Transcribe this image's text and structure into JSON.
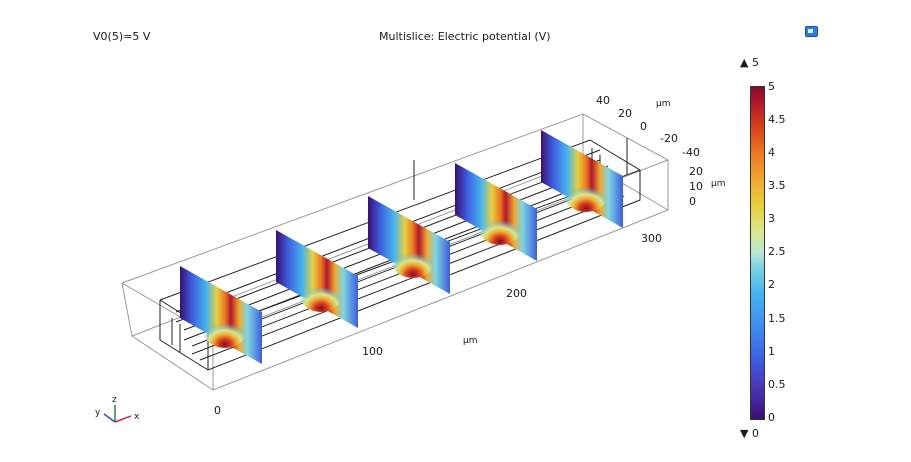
{
  "header": {
    "param_label": "V0(5)=5 V",
    "title": "Multislice: Electric potential (V)"
  },
  "axes": {
    "x_ticks": [
      "0",
      "100",
      "200",
      "300"
    ],
    "x_unit": "µm",
    "y_ticks": [
      "40",
      "20",
      "0",
      "-20",
      "-40"
    ],
    "y_unit": "µm",
    "z_ticks": [
      "20",
      "10",
      "0"
    ],
    "z_unit": "µm",
    "triad": {
      "x": "x",
      "y": "y",
      "z": "z"
    }
  },
  "colorbar": {
    "max_marker": "▲ 5",
    "min_marker": "▼ 0",
    "ticks": [
      "5",
      "4.5",
      "4",
      "3.5",
      "3",
      "2.5",
      "2",
      "1.5",
      "1",
      "0.5",
      "0"
    ],
    "colors": [
      "#3b0f70",
      "#3e5ee0",
      "#45b4ee",
      "#b8e6d8",
      "#e6d040",
      "#ec7a22",
      "#b0182a",
      "#8a0b2a"
    ]
  },
  "icons": {
    "corner": "graphics-window-icon",
    "triad": "axis-triad-icon"
  }
}
